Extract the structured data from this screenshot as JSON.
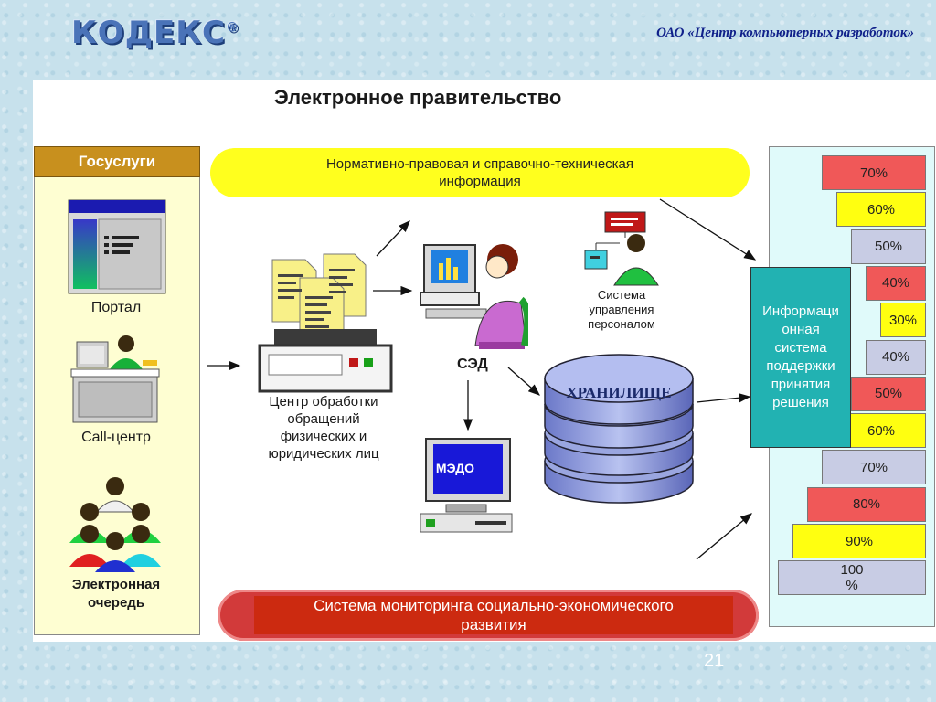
{
  "header": {
    "logo_text": "КОДЕКС",
    "logo_mark": "®",
    "company": "ОАО «Центр компьютерных разработок»"
  },
  "title": "Электронное правительство",
  "gosuslugi": {
    "heading": "Госуслуги",
    "portal": "Портал",
    "call_center": "Call-центр",
    "queue_line1": "Электронная",
    "queue_line2": "очередь"
  },
  "normative": {
    "line1": "Нормативно-правовая и справочно-техническая",
    "line2": "информация"
  },
  "processing": {
    "line1": "Центр обработки",
    "line2": "обращений",
    "line3": "физических и",
    "line4": "юридических лиц"
  },
  "sed": "СЭД",
  "hr": {
    "line1": "Система",
    "line2": "управления",
    "line3": "персоналом"
  },
  "medo": "МЭДО",
  "storage": "ХРАНИЛИЩЕ",
  "decision": {
    "line1": "Информаци",
    "line2": "онная",
    "line3": "система",
    "line4": "поддержки",
    "line5": "принятия",
    "line6": "решения"
  },
  "monitoring": {
    "line1": "Система мониторинга социально-экономического",
    "line2": "развития"
  },
  "bars": [
    {
      "label": "70%",
      "value": 70,
      "color": "#f05858"
    },
    {
      "label": "60%",
      "value": 60,
      "color": "#ffff10"
    },
    {
      "label": "50%",
      "value": 50,
      "color": "#c8cce4"
    },
    {
      "label": "40%",
      "value": 40,
      "color": "#f05858"
    },
    {
      "label": "30%",
      "value": 30,
      "color": "#ffff10"
    },
    {
      "label": "40%",
      "value": 40,
      "color": "#c8cce4"
    },
    {
      "label": "50%",
      "value": 50,
      "color": "#f05858"
    },
    {
      "label": "60%",
      "value": 60,
      "color": "#ffff10"
    },
    {
      "label": "70%",
      "value": 70,
      "color": "#c8cce4"
    },
    {
      "label": "80%",
      "value": 80,
      "color": "#f05858"
    },
    {
      "label": "90%",
      "value": 90,
      "color": "#ffff10"
    },
    {
      "label_line1": "100",
      "label_line2": "%",
      "value": 100,
      "color": "#c8cce4"
    }
  ],
  "slide_number": "21"
}
